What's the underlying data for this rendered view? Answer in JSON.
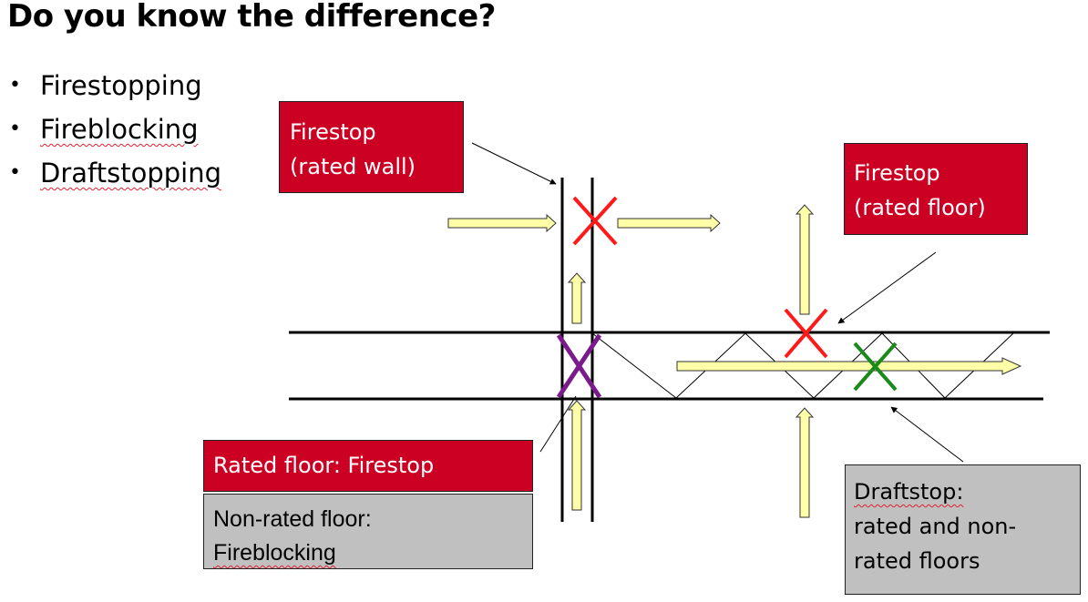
{
  "title": "Do you know the difference?",
  "bullets": [
    "Firestopping",
    "Fireblocking",
    "Draftstopping"
  ],
  "labels": {
    "firestop_wall_line1": "Firestop",
    "firestop_wall_line2": "(rated wall)",
    "firestop_floor_line1": "Firestop",
    "firestop_floor_line2": "(rated floor)",
    "rated_floor": "Rated floor: Firestop",
    "nonrated_line1": "Non-rated floor:",
    "nonrated_line2": "Fireblocking",
    "draftstop_line1": "Draftstop:",
    "draftstop_line2": "rated and non-",
    "draftstop_line3": "rated floors"
  },
  "colors": {
    "label_red": "#cc0022",
    "label_gray": "#c0c0c0",
    "arrow_fill": "#ffffa8",
    "x_red": "#ff1a1a",
    "x_purple": "#7a1a8c",
    "x_green": "#1a8a1a"
  }
}
